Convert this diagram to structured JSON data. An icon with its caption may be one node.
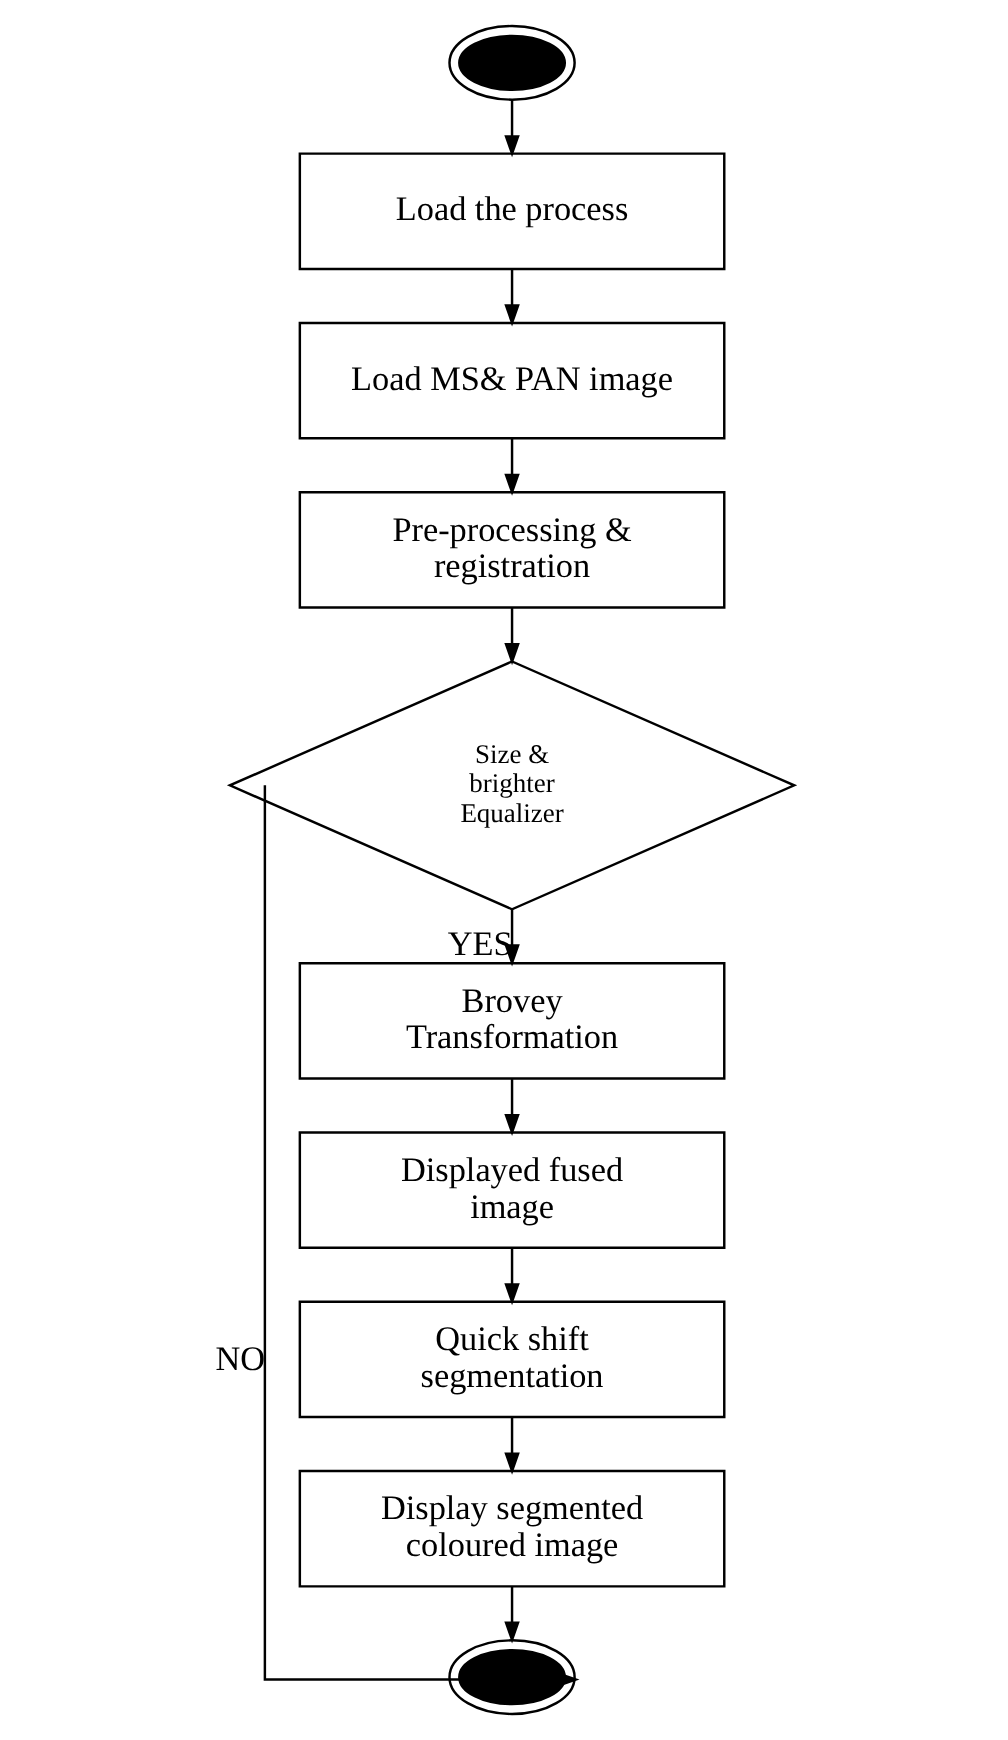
{
  "diagram": {
    "nodes": [
      {
        "text": [],
        "shape": "ellipse"
      },
      {
        "text": [
          "Load the process"
        ]
      },
      {
        "text": [
          "Load MS& PAN image"
        ]
      },
      {
        "text": [
          "Pre-processing & registration"
        ]
      },
      {
        "text": [
          "Size & brighter Equalizer"
        ]
      },
      {
        "text": [
          "Brovey Transformation"
        ]
      },
      {
        "text": [
          "Displayed fused image"
        ]
      },
      {
        "text": [
          "Quick shift segmentation"
        ]
      },
      {
        "text": [
          "Display segmented coloured image"
        ]
      },
      {
        "text": [],
        "shape": "ellipse"
      }
    ],
    "edges": [
      {
        "from": 0,
        "to": 1,
        "arrow": "to"
      },
      {
        "from": 1,
        "to": 2,
        "arrow": "to"
      },
      {
        "from": 2,
        "to": 3,
        "arrow": "to"
      },
      {
        "from": 3,
        "to": 4,
        "arrow": "to"
      },
      {
        "from": 4,
        "to": 5,
        "arrow": "to",
        "label": "YES"
      },
      {
        "from": 5,
        "to": 6,
        "arrow": "to"
      },
      {
        "from": 6,
        "to": 7,
        "arrow": "to"
      },
      {
        "from": 7,
        "to": 8,
        "arrow": "to"
      },
      {
        "from": 8,
        "to": 9,
        "arrow": "to"
      },
      {
        "from": 4,
        "to": 9,
        "arrow": "to",
        "label": "NO"
      }
    ]
  }
}
